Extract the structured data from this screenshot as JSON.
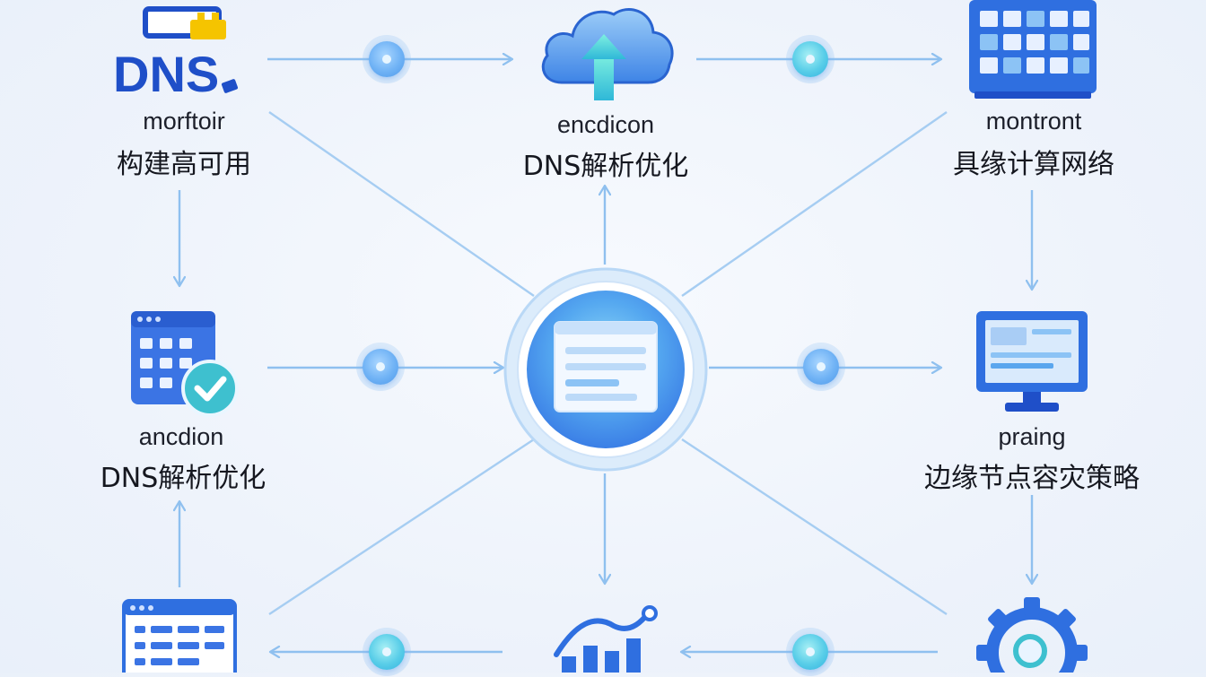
{
  "nodes": {
    "top_left": {
      "icon": "dns-icon",
      "icon_text": "DNS",
      "caption_en": "morftoir",
      "caption_zh": "构建高可用"
    },
    "top_center": {
      "icon": "cloud-upload-icon",
      "caption_en": "encdicon",
      "caption_zh": "DNS解析优化"
    },
    "top_right": {
      "icon": "grid-dashboard-icon",
      "caption_en": "montront",
      "caption_zh": "具缘计算网络"
    },
    "mid_left": {
      "icon": "calendar-check-icon",
      "caption_en": "ancdion",
      "caption_zh": "DNS解析优化"
    },
    "center": {
      "icon": "document-hub-icon"
    },
    "mid_right": {
      "icon": "monitor-icon",
      "caption_en": "praing",
      "caption_zh": "边缘节点容灾策略"
    },
    "bottom_left": {
      "icon": "list-window-icon"
    },
    "bottom_center": {
      "icon": "bar-chart-trend-icon"
    },
    "bottom_right": {
      "icon": "gear-search-icon"
    }
  },
  "colors": {
    "primary_blue": "#2f6fe0",
    "dark_blue": "#1f4fc8",
    "light_blue": "#8cc3f5",
    "cyan": "#43c6e3",
    "yellow": "#f5c400",
    "green_check": "#3ec0cf",
    "connector": "#8fc0ef",
    "text": "#1c1f2a"
  }
}
